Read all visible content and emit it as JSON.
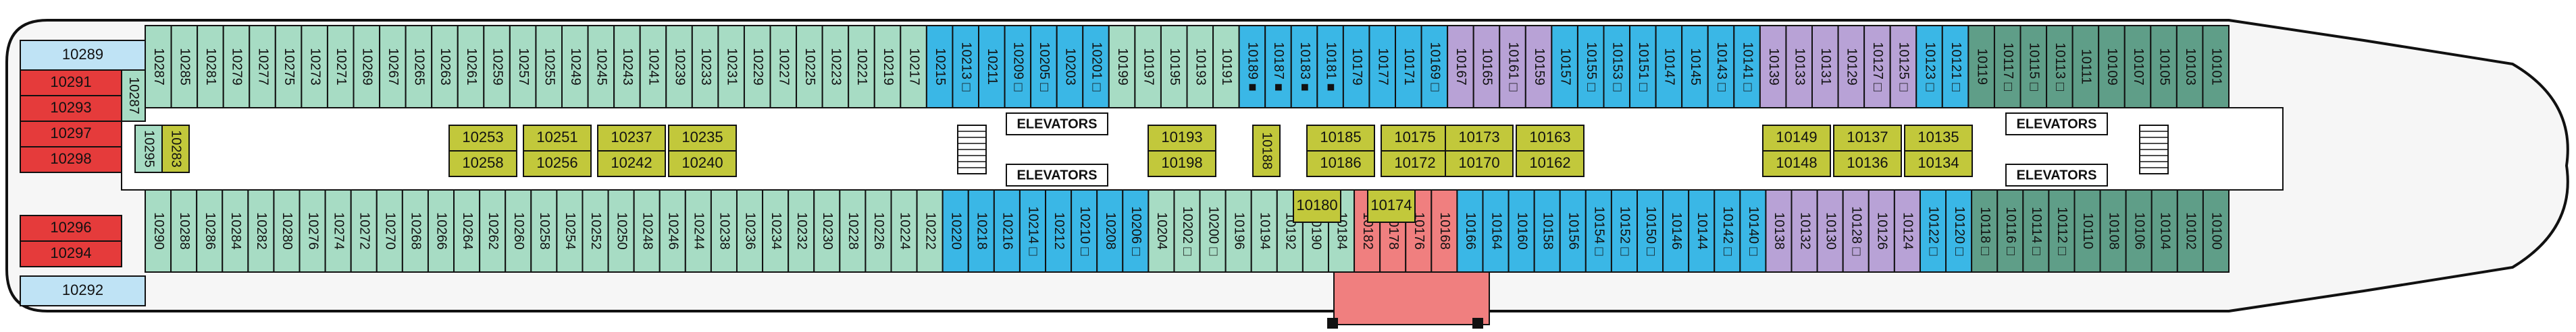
{
  "colors": {
    "blue": "#3ab7e6",
    "green": "#5f9e88",
    "mint": "#a7dcc4",
    "purple": "#b8a2d6",
    "red": "#e53b3b",
    "salmon": "#f07f7f",
    "olive": "#c2c83b",
    "lightblue": "#bfe3f5",
    "hull": "#111111",
    "corridor": "#ffffff",
    "line": "#111111"
  },
  "elevators": [
    "ELEVATORS",
    "ELEVATORS",
    "ELEVATORS",
    "ELEVATORS"
  ],
  "bow_end_rooms": [
    "10289",
    "10292"
  ],
  "red_rooms_top": [
    "10291",
    "10293",
    "10297"
  ],
  "red_rooms_bottom": [
    "10298",
    "10296",
    "10294"
  ],
  "stern_inner": [
    "10287",
    "10285",
    "10295",
    "10283"
  ],
  "top_row": [
    [
      "10287",
      "mint"
    ],
    [
      "10285",
      "mint"
    ],
    [
      "10281",
      "mint"
    ],
    [
      "10279",
      "mint"
    ],
    [
      "10277",
      "mint"
    ],
    [
      "10275",
      "mint"
    ],
    [
      "10273",
      "mint"
    ],
    [
      "10271",
      "mint"
    ],
    [
      "10269",
      "mint"
    ],
    [
      "10267",
      "mint"
    ],
    [
      "10265",
      "mint"
    ],
    [
      "10263",
      "mint"
    ],
    [
      "10261",
      "mint"
    ],
    [
      "10259",
      "mint"
    ],
    [
      "10257",
      "mint"
    ],
    [
      "10255",
      "mint"
    ],
    [
      "10249",
      "mint"
    ],
    [
      "10245",
      "mint"
    ],
    [
      "10243",
      "mint"
    ],
    [
      "10241",
      "mint"
    ],
    [
      "10239",
      "mint"
    ],
    [
      "10233",
      "mint"
    ],
    [
      "10231",
      "mint"
    ],
    [
      "10229",
      "mint"
    ],
    [
      "10227",
      "mint"
    ],
    [
      "10225",
      "mint"
    ],
    [
      "10223",
      "mint"
    ],
    [
      "10221",
      "mint"
    ],
    [
      "10219",
      "mint"
    ],
    [
      "10217",
      "mint"
    ],
    [
      "10215",
      "blue"
    ],
    [
      "10213 □",
      "blue"
    ],
    [
      "10211",
      "blue"
    ],
    [
      "10209 □",
      "blue"
    ],
    [
      "10205 □",
      "blue"
    ],
    [
      "10203",
      "blue"
    ],
    [
      "10201 □",
      "blue"
    ],
    [
      "10199",
      "mint"
    ],
    [
      "10197",
      "mint"
    ],
    [
      "10195",
      "mint"
    ],
    [
      "10193",
      "mint"
    ],
    [
      "10191",
      "mint"
    ],
    [
      "10189 ■",
      "blue"
    ],
    [
      "10187 ■",
      "blue"
    ],
    [
      "10183 ■",
      "blue"
    ],
    [
      "10181 ■",
      "blue"
    ],
    [
      "10179",
      "blue"
    ],
    [
      "10177",
      "blue"
    ],
    [
      "10171",
      "blue"
    ],
    [
      "10169 □",
      "blue"
    ],
    [
      "10167",
      "purple"
    ],
    [
      "10165",
      "purple"
    ],
    [
      "10161 □",
      "purple"
    ],
    [
      "10159",
      "purple"
    ],
    [
      "10157",
      "blue"
    ],
    [
      "10155 □",
      "blue"
    ],
    [
      "10153 □",
      "blue"
    ],
    [
      "10151 □",
      "blue"
    ],
    [
      "10147",
      "blue"
    ],
    [
      "10145",
      "blue"
    ],
    [
      "10143 □",
      "blue"
    ],
    [
      "10141 □",
      "blue"
    ],
    [
      "10139",
      "purple"
    ],
    [
      "10133",
      "purple"
    ],
    [
      "10131",
      "purple"
    ],
    [
      "10129",
      "purple"
    ],
    [
      "10127 □",
      "purple"
    ],
    [
      "10125 □",
      "purple"
    ],
    [
      "10123 □",
      "blue"
    ],
    [
      "10121 □",
      "blue"
    ],
    [
      "10119",
      "green"
    ],
    [
      "10117 □",
      "green"
    ],
    [
      "10115 □",
      "green"
    ],
    [
      "10113 □",
      "green"
    ],
    [
      "10111",
      "green"
    ],
    [
      "10109",
      "green"
    ],
    [
      "10107",
      "green"
    ],
    [
      "10105",
      "green"
    ],
    [
      "10103",
      "green"
    ],
    [
      "10101",
      "green"
    ]
  ],
  "bottom_row": [
    [
      "10290",
      "mint"
    ],
    [
      "10288",
      "mint"
    ],
    [
      "10286",
      "mint"
    ],
    [
      "10284",
      "mint"
    ],
    [
      "10282",
      "mint"
    ],
    [
      "10280",
      "mint"
    ],
    [
      "10276",
      "mint"
    ],
    [
      "10274",
      "mint"
    ],
    [
      "10272",
      "mint"
    ],
    [
      "10270",
      "mint"
    ],
    [
      "10268",
      "mint"
    ],
    [
      "10266",
      "mint"
    ],
    [
      "10264",
      "mint"
    ],
    [
      "10262",
      "mint"
    ],
    [
      "10260",
      "mint"
    ],
    [
      "10258",
      "mint"
    ],
    [
      "10254",
      "mint"
    ],
    [
      "10252",
      "mint"
    ],
    [
      "10250",
      "mint"
    ],
    [
      "10248",
      "mint"
    ],
    [
      "10246",
      "mint"
    ],
    [
      "10244",
      "mint"
    ],
    [
      "10238",
      "mint"
    ],
    [
      "10236",
      "mint"
    ],
    [
      "10234",
      "mint"
    ],
    [
      "10232",
      "mint"
    ],
    [
      "10230",
      "mint"
    ],
    [
      "10228",
      "mint"
    ],
    [
      "10226",
      "mint"
    ],
    [
      "10224",
      "mint"
    ],
    [
      "10222",
      "mint"
    ],
    [
      "10220",
      "blue"
    ],
    [
      "10218",
      "blue"
    ],
    [
      "10216",
      "blue"
    ],
    [
      "10214 □",
      "blue"
    ],
    [
      "10212",
      "blue"
    ],
    [
      "10210 □",
      "blue"
    ],
    [
      "10208",
      "blue"
    ],
    [
      "10206 □",
      "blue"
    ],
    [
      "10204",
      "mint"
    ],
    [
      "10202 □",
      "mint"
    ],
    [
      "10200 □",
      "mint"
    ],
    [
      "10196",
      "mint"
    ],
    [
      "10194",
      "mint"
    ],
    [
      "10192",
      "mint"
    ],
    [
      "10190",
      "mint"
    ],
    [
      "10184",
      "mint"
    ],
    [
      "10182",
      "salmon"
    ],
    [
      "10178",
      "salmon"
    ],
    [
      "10176",
      "salmon"
    ],
    [
      "10168",
      "salmon"
    ],
    [
      "10166",
      "blue"
    ],
    [
      "10164",
      "blue"
    ],
    [
      "10160",
      "blue"
    ],
    [
      "10158",
      "blue"
    ],
    [
      "10156",
      "blue"
    ],
    [
      "10154 □",
      "blue"
    ],
    [
      "10152 □",
      "blue"
    ],
    [
      "10150 □",
      "blue"
    ],
    [
      "10146",
      "blue"
    ],
    [
      "10144",
      "blue"
    ],
    [
      "10142 □",
      "blue"
    ],
    [
      "10140 □",
      "blue"
    ],
    [
      "10138",
      "purple"
    ],
    [
      "10132",
      "purple"
    ],
    [
      "10130",
      "purple"
    ],
    [
      "10128 □",
      "purple"
    ],
    [
      "10126",
      "purple"
    ],
    [
      "10124",
      "purple"
    ],
    [
      "10122 □",
      "blue"
    ],
    [
      "10120 □",
      "blue"
    ],
    [
      "10118 □",
      "green"
    ],
    [
      "10116 □",
      "green"
    ],
    [
      "10114 □",
      "green"
    ],
    [
      "10112 □",
      "green"
    ],
    [
      "10110",
      "green"
    ],
    [
      "10108",
      "green"
    ],
    [
      "10106",
      "green"
    ],
    [
      "10104",
      "green"
    ],
    [
      "10102",
      "green"
    ],
    [
      "10100",
      "green"
    ]
  ],
  "inner_blocks": [
    [
      "10253",
      "10258"
    ],
    [
      "10251",
      "10256"
    ],
    [
      "10237",
      "10242"
    ],
    [
      "10235",
      "10240"
    ],
    [
      "10193",
      "10198"
    ],
    [
      "10188",
      ""
    ],
    [
      "10185",
      "10186"
    ],
    [
      "10175",
      "10172"
    ],
    [
      "10173",
      "10170"
    ],
    [
      "10163",
      "10162"
    ],
    [
      "10149",
      "10148"
    ],
    [
      "10137",
      "10136"
    ],
    [
      "10135",
      "10134"
    ]
  ],
  "suite_tops": [
    "10180",
    "10174"
  ]
}
